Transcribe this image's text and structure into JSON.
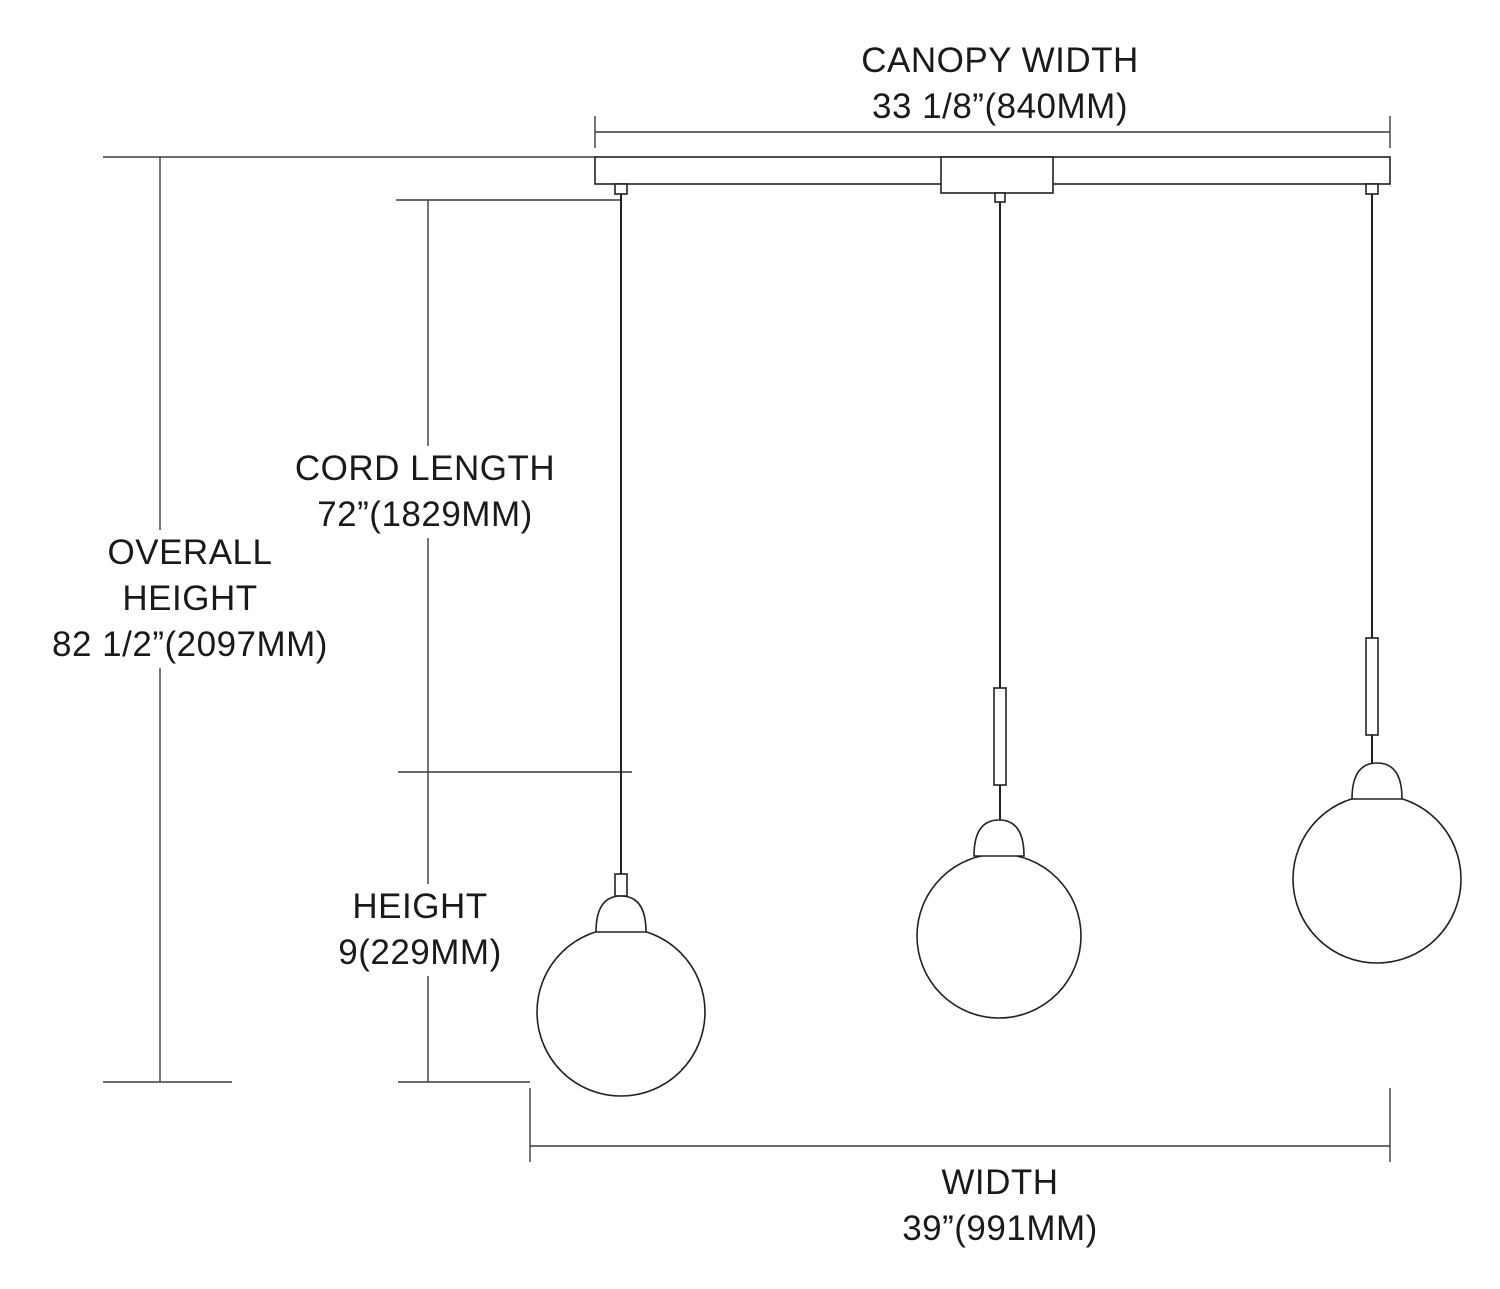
{
  "labels": {
    "canopy_width": {
      "title": "CANOPY WIDTH",
      "value": "33 1/8”(840MM)"
    },
    "cord_length": {
      "title": "CORD LENGTH",
      "value": "72”(1829MM)"
    },
    "overall_height": {
      "title_line1": "OVERALL",
      "title_line2": "HEIGHT",
      "value": "82 1/2”(2097MM)"
    },
    "height": {
      "title": "HEIGHT",
      "value": "9(229MM)"
    },
    "width": {
      "title": "WIDTH",
      "value": "39”(991MM)"
    }
  },
  "fixture": {
    "pendant_count": 3
  },
  "colors": {
    "background": "#ffffff",
    "fixture_line": "#222222",
    "dimension_line": "#3c3c3c",
    "text": "#1a1a1a"
  }
}
